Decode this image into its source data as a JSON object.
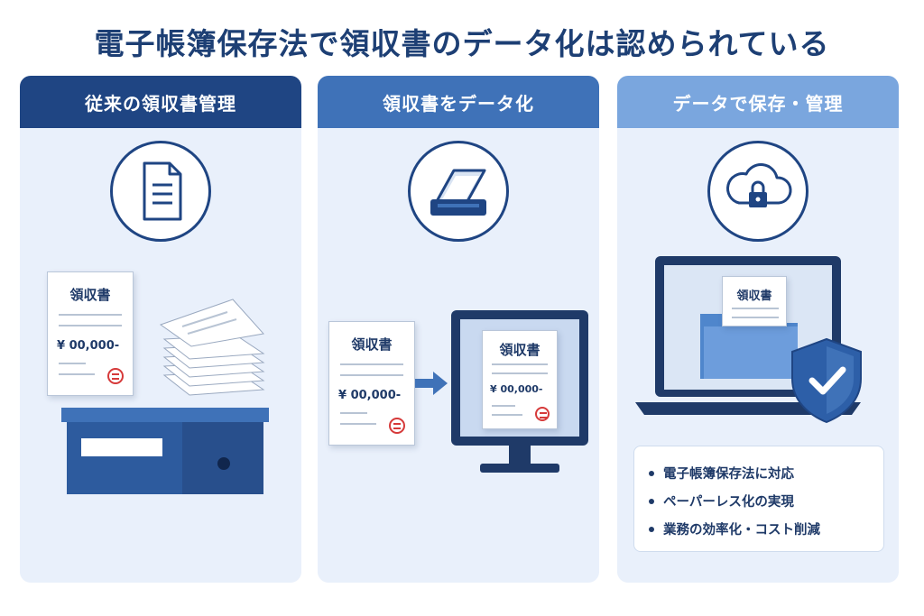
{
  "title": "電子帳簿保存法で領収書のデータ化は認められている",
  "panels": [
    {
      "header": "従来の領収書管理",
      "icon": "document-icon"
    },
    {
      "header": "領収書をデータ化",
      "icon": "scanner-icon"
    },
    {
      "header": "データで保存・管理",
      "icon": "cloud-lock-icon"
    }
  ],
  "receipt": {
    "title": "領収書",
    "amount": "¥ 00,000-"
  },
  "benefits": [
    "電子帳簿保存法に対応",
    "ペーパーレス化の実現",
    "業務の効率化・コスト削減"
  ],
  "colors": {
    "navy": "#1f4583",
    "mid_blue": "#3f72b8",
    "light_blue": "#7aa6de",
    "stamp_red": "#d63a3a"
  }
}
